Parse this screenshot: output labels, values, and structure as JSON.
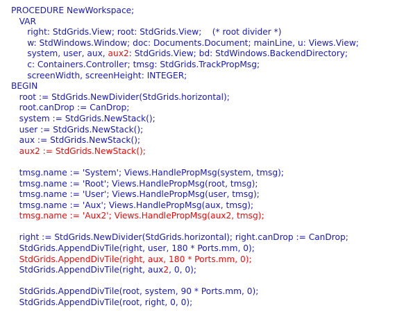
{
  "colors": {
    "normal": "#1a1ab0",
    "highlight": "#e01010"
  },
  "code": {
    "lines": [
      {
        "segments": [
          {
            "text": "PROCEDURE NewWorkspace;",
            "color": "normal"
          }
        ]
      },
      {
        "segments": [
          {
            "text": "   VAR",
            "color": "normal"
          }
        ]
      },
      {
        "segments": [
          {
            "text": "      right: StdGrids.View; root: StdGrids.View;    (* root divider *)",
            "color": "normal"
          }
        ]
      },
      {
        "segments": [
          {
            "text": "      w: StdWindows.Window; doc: Documents.Document; mainLine, u: Views.View;",
            "color": "normal"
          }
        ]
      },
      {
        "segments": [
          {
            "text": "      system, user, aux, ",
            "color": "normal"
          },
          {
            "text": "aux2",
            "color": "highlight"
          },
          {
            "text": ": StdGrids.View; bd: StdWindows.BackendDirectory;",
            "color": "normal"
          }
        ]
      },
      {
        "segments": [
          {
            "text": "      c: Containers.Controller; tmsg: StdGrids.TrackPropMsg;",
            "color": "normal"
          }
        ]
      },
      {
        "segments": [
          {
            "text": "      screenWidth, screenHeight: INTEGER;",
            "color": "normal"
          }
        ]
      },
      {
        "segments": [
          {
            "text": "BEGIN",
            "color": "normal"
          }
        ]
      },
      {
        "segments": [
          {
            "text": "   root := StdGrids.NewDivider(StdGrids.horizontal);",
            "color": "normal"
          }
        ]
      },
      {
        "segments": [
          {
            "text": "   root.canDrop := CanDrop;",
            "color": "normal"
          }
        ]
      },
      {
        "segments": [
          {
            "text": "   system := StdGrids.NewStack();",
            "color": "normal"
          }
        ]
      },
      {
        "segments": [
          {
            "text": "   user := StdGrids.NewStack();",
            "color": "normal"
          }
        ]
      },
      {
        "segments": [
          {
            "text": "   aux := StdGrids.NewStack();",
            "color": "normal"
          }
        ]
      },
      {
        "segments": [
          {
            "text": "   aux2 := StdGrids.NewStack();",
            "color": "highlight"
          }
        ]
      },
      {
        "segments": [
          {
            "text": "",
            "color": "normal"
          }
        ]
      },
      {
        "segments": [
          {
            "text": "   tmsg.name := 'System'; Views.HandlePropMsg(system, tmsg);",
            "color": "normal"
          }
        ]
      },
      {
        "segments": [
          {
            "text": "   tmsg.name := 'Root'; Views.HandlePropMsg(root, tmsg);",
            "color": "normal"
          }
        ]
      },
      {
        "segments": [
          {
            "text": "   tmsg.name := 'User'; Views.HandlePropMsg(user, tmsg);",
            "color": "normal"
          }
        ]
      },
      {
        "segments": [
          {
            "text": "   tmsg.name := 'Aux'; Views.HandlePropMsg(aux, tmsg);",
            "color": "normal"
          }
        ]
      },
      {
        "segments": [
          {
            "text": "   tmsg.name := 'Aux2'; Views.HandlePropMsg(aux2, tmsg);",
            "color": "highlight"
          }
        ]
      },
      {
        "segments": [
          {
            "text": "",
            "color": "normal"
          }
        ]
      },
      {
        "segments": [
          {
            "text": "   right := StdGrids.NewDivider(StdGrids.horizontal); right.canDrop := CanDrop;",
            "color": "normal"
          }
        ]
      },
      {
        "segments": [
          {
            "text": "   StdGrids.AppendDivTile(right, user, 180 * Ports.mm, 0);",
            "color": "normal"
          }
        ]
      },
      {
        "segments": [
          {
            "text": "   StdGrids.AppendDivTile(right, aux, 180 * Ports.mm, 0);",
            "color": "highlight"
          }
        ]
      },
      {
        "segments": [
          {
            "text": "   StdGrids.AppendDivTile(right, aux",
            "color": "normal"
          },
          {
            "text": "2",
            "color": "highlight"
          },
          {
            "text": ", 0, 0);",
            "color": "normal"
          }
        ]
      },
      {
        "segments": [
          {
            "text": "",
            "color": "normal"
          }
        ]
      },
      {
        "segments": [
          {
            "text": "   StdGrids.AppendDivTile(root, system, 90 * Ports.mm, 0);",
            "color": "normal"
          }
        ]
      },
      {
        "segments": [
          {
            "text": "   StdGrids.AppendDivTile(root, right, 0, 0);",
            "color": "normal"
          }
        ]
      }
    ]
  }
}
